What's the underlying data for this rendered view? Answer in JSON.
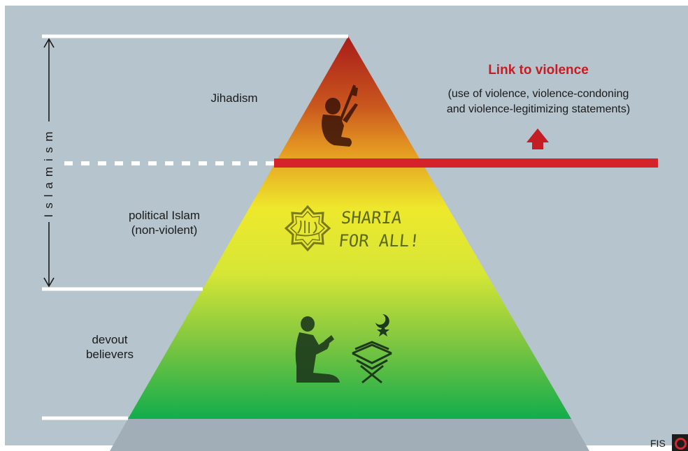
{
  "labels": {
    "jihadism": "Jihadism",
    "political_line1": "political Islam",
    "political_line2": "(non-violent)",
    "devout_line1": "devout",
    "devout_line2": "believers",
    "islamism": "Islamism",
    "violence_title": "Link to violence",
    "violence_line1": "(use of violence, violence-condoning",
    "violence_line2": "and violence-legitimizing statements)",
    "sharia_line1": "SHARIA",
    "sharia_line2": "FOR ALL!",
    "source": "FIS"
  },
  "icons": [
    "jihadist-with-rifle-icon",
    "allah-emblem-icon",
    "praying-man-icon",
    "quran-stand-crescent-icon",
    "up-arrow-icon",
    "fis-logo-icon"
  ],
  "colors": {
    "background": "#b5c4cd",
    "pyramid_top": "#b0201b",
    "pyramid_upper": "#e07e1e",
    "pyramid_middle": "#eef02e",
    "pyramid_bottom": "#15b04a",
    "violence_red": "#c41e24",
    "base_gray": "#a2aeb7",
    "line_white": "#ffffff"
  }
}
